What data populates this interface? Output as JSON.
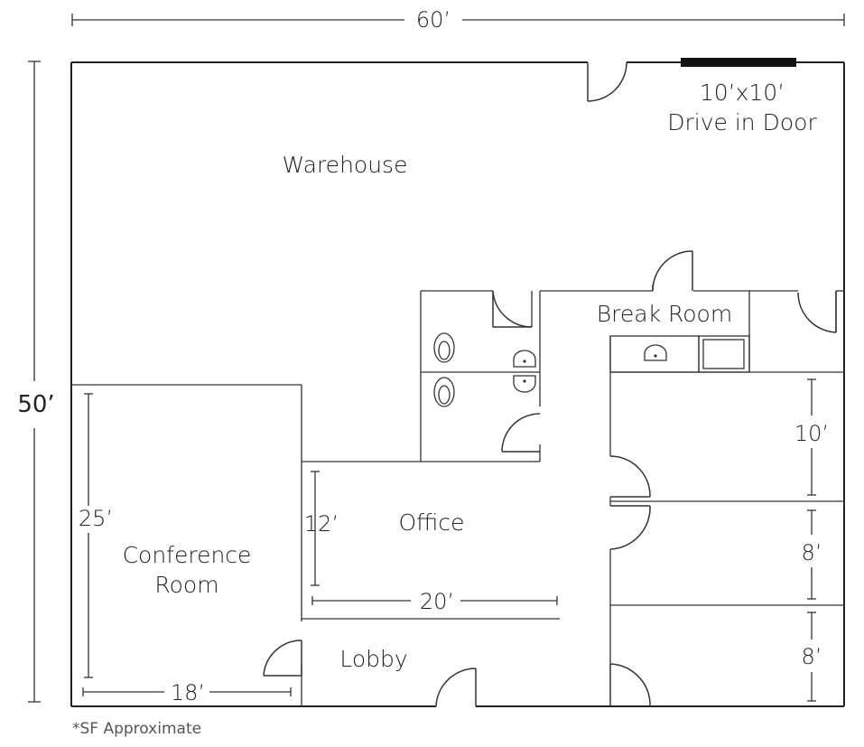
{
  "rooms": {
    "warehouse": "Warehouse",
    "drive_in_size": "10’x10’",
    "drive_in_label": "Drive in Door",
    "break_room": "Break Room",
    "office": "Office",
    "conference_line1": "Conference",
    "conference_line2": "Room",
    "lobby": "Lobby"
  },
  "dimensions": {
    "total_width": "60’",
    "total_height": "50’",
    "conference_height": "25’",
    "conference_width": "18’",
    "office_height": "12’",
    "office_width": "20’",
    "room_a_height": "10’",
    "room_b_height": "8’",
    "room_c_height": "8’"
  },
  "footnote": "*SF Approximate"
}
